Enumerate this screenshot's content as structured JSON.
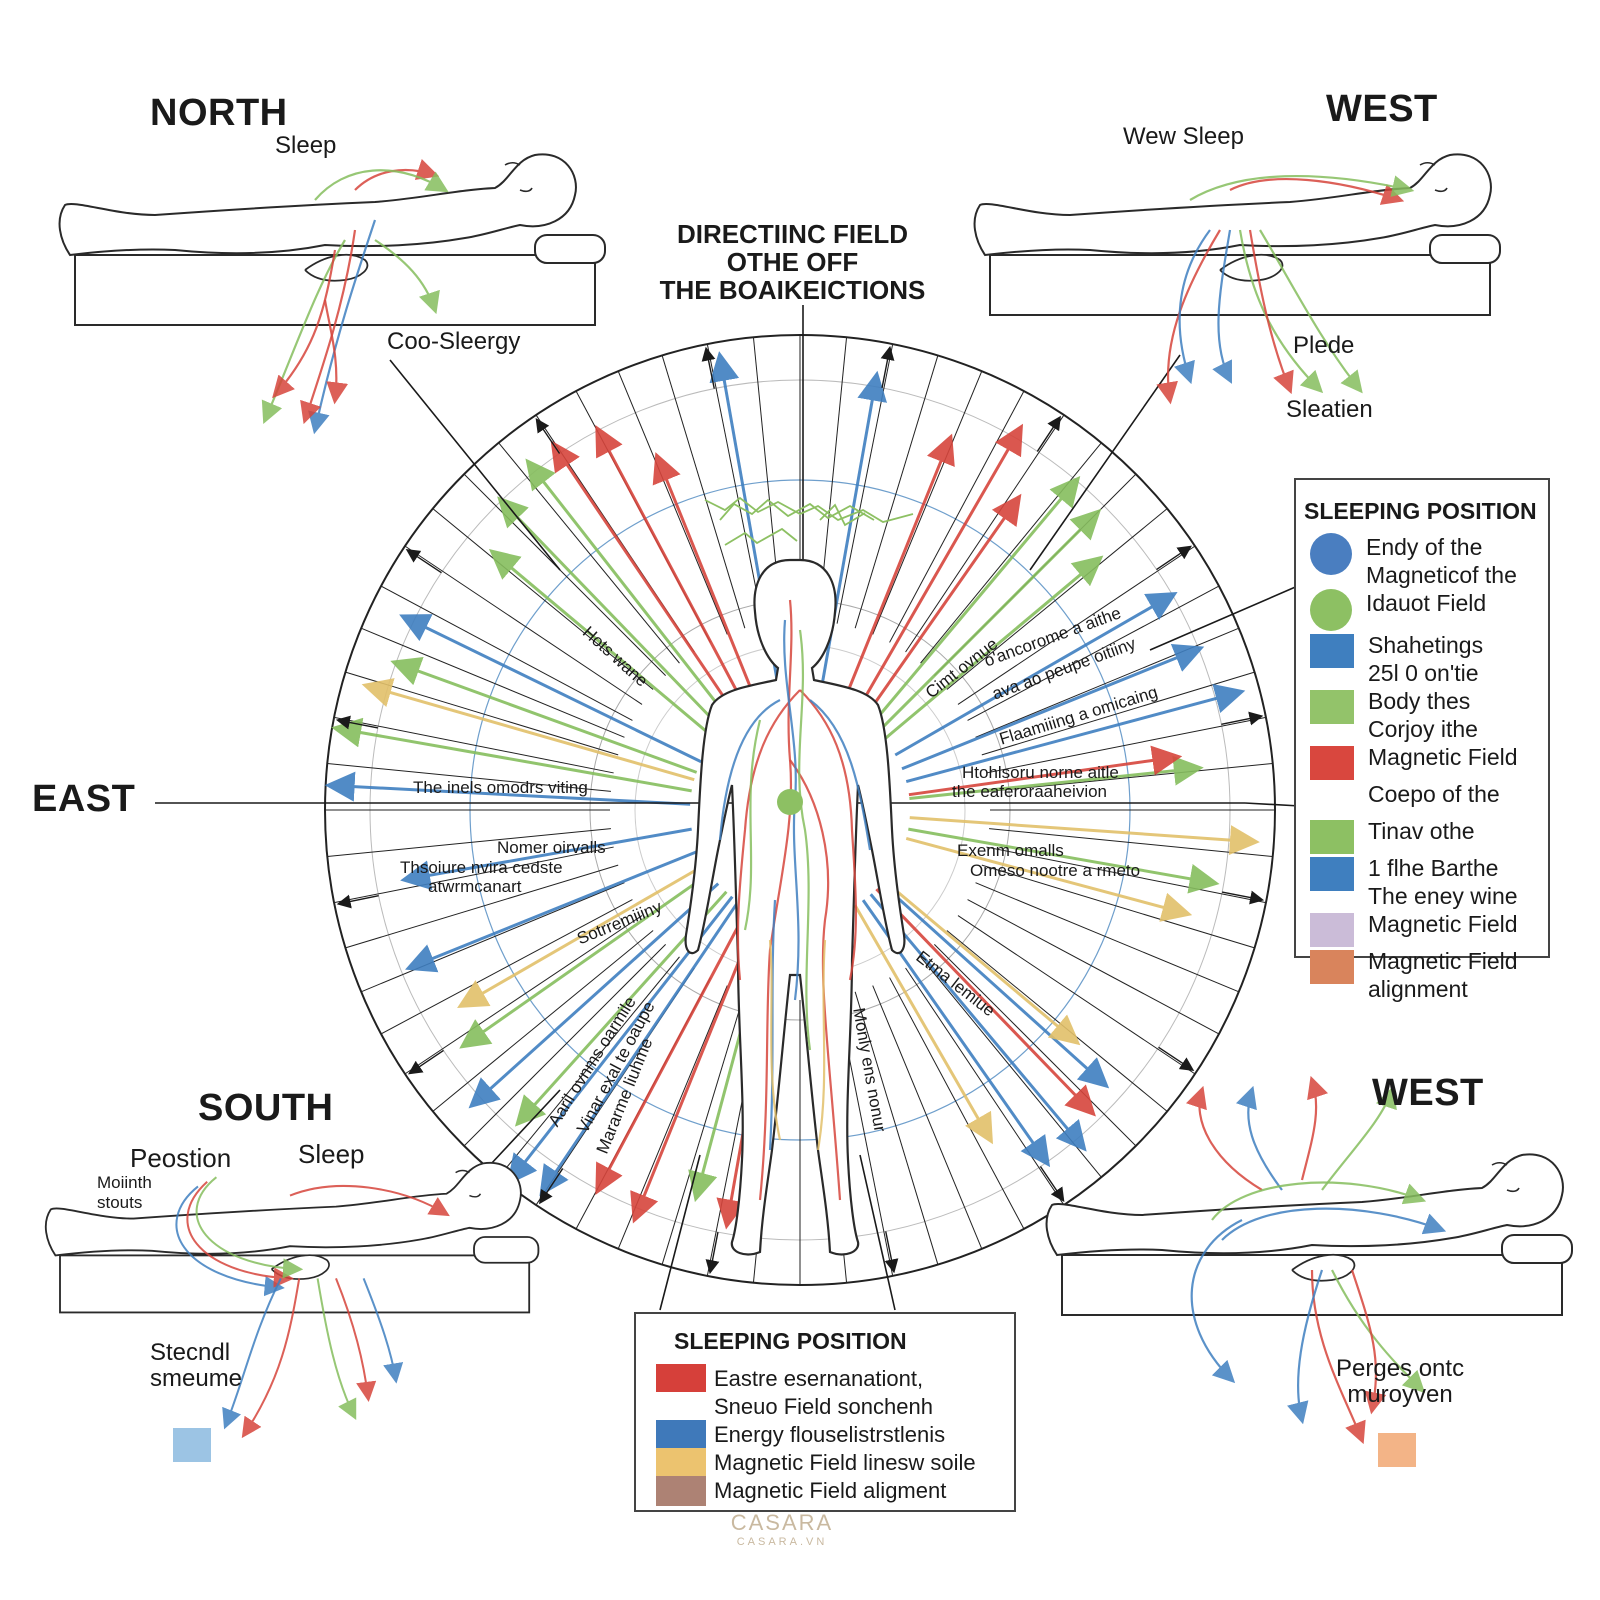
{
  "title": [
    "DIRECTIINC FIELD",
    "OTHE OFF",
    "THE BOAIKEICTIONS"
  ],
  "directions": {
    "north": "NORTH",
    "west_top": "WEST",
    "east": "EAST",
    "south": "SOUTH",
    "west_bottom": "WEST"
  },
  "figure_labels": {
    "north_sleep": "Sleep",
    "north_coo": "Coo-Sleergy",
    "west_sleep": "Wew Sleep",
    "west_plede": "Plede",
    "west_sleatien": "Sleatien",
    "south_peostion": "Peostion",
    "south_sleep": "Sleep",
    "south_mouth_1": "Moiinth",
    "south_mouth_2": "stouts",
    "south_stecndl_1": "Stecndl",
    "south_stecndl_2": "smeume",
    "west2_perges_1": "Perges ontc",
    "west2_perges_2": "muroyven"
  },
  "wheel_labels": {
    "l1": "The inels omodrs viting",
    "l2": "Nomer oirvalls",
    "l3a": "Thsoiure nvira cedste",
    "l3b": "atwrmcanart",
    "l4": "Sotrremiiiny",
    "r1a": "Htohlsoru norne aitle",
    "r1b": "the eaferoraaheivion",
    "r2": "Exenm omalls",
    "r3": "Omeso nootre a rmeto",
    "d_hots": "Hots wane",
    "d_cimt": "Cimt ovnue",
    "d_oan": "o'ancorome a aithe",
    "d_ava": "ava ao peupe oitiiny",
    "d_flaan": "Flaamiiing a omicaing",
    "d_etma": "Etma lemiue",
    "d_mow": "Monly ens nonur",
    "d_aarl": "Aaril ovnms oarmile",
    "d_vimar": "Vinar exal te oaupe",
    "d_mara": "Mararme liuhme"
  },
  "legend_right": {
    "title": "SLEEPING POSITION",
    "items": [
      {
        "shape": "circle",
        "color": "#4a7ec0",
        "text": "Endy of the\nMagneticof the"
      },
      {
        "shape": "circle",
        "color": "#8dc063",
        "text": "Idauot Field"
      },
      {
        "shape": "square",
        "color": "#3f7fbf",
        "text": "Shahetings\n25l 0 on'tie"
      },
      {
        "shape": "square",
        "color": "#93c36a",
        "text": "Body thes\nCorjoy ithe"
      },
      {
        "shape": "square",
        "color": "#d9473e",
        "text": "Magnetic Field"
      },
      {
        "shape": "none",
        "color": "#ffffff",
        "text": "Coepo of the"
      },
      {
        "shape": "square",
        "color": "#8dc063",
        "text": "Tinav othe"
      },
      {
        "shape": "square",
        "color": "#3f7fbf",
        "text": "1 flhe Barthe\nThe eney wine"
      },
      {
        "shape": "square",
        "color": "#cbbcd8",
        "text": "Magnetic Field"
      },
      {
        "shape": "square",
        "color": "#d9845c",
        "text": "Magnetic Field\nalignment"
      }
    ]
  },
  "legend_bottom": {
    "title": "SLEEPING POSITION",
    "items": [
      {
        "color": "#d6403a",
        "text": "Eastre esernanationt,"
      },
      {
        "color": "#ffffff",
        "text": "Sneuo Field sonchenh"
      },
      {
        "color": "#3f79ba",
        "text": "Energy flouselistrstlenis"
      },
      {
        "color": "#ecc36f",
        "text": "Magnetic Field linesw soile"
      },
      {
        "color": "#ad8274",
        "text": "Magnetic Field aligment"
      }
    ]
  },
  "colors": {
    "red": "#d6453c",
    "blue": "#3f7fc0",
    "green": "#86be5e",
    "yellow": "#e2c06a",
    "light_blue": "#9cc4e4",
    "peach": "#f3b487",
    "ink": "#1a1a1a"
  },
  "icons": [
    "human-body-figure",
    "sleeping-figure"
  ],
  "watermark": {
    "brand": "CASARA",
    "site": "CASARA.VN"
  }
}
